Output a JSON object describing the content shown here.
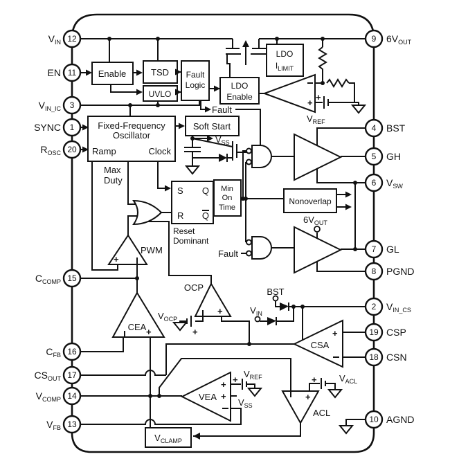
{
  "pins": {
    "left": [
      {
        "num": "12",
        "main": "V",
        "sub": "IN"
      },
      {
        "num": "11",
        "main": "EN",
        "sub": ""
      },
      {
        "num": "3",
        "main": "V",
        "sub": "IN_IC"
      },
      {
        "num": "1",
        "main": "SYNC",
        "sub": ""
      },
      {
        "num": "20",
        "main": "R",
        "sub": "OSC"
      },
      {
        "num": "15",
        "main": "C",
        "sub": "COMP"
      },
      {
        "num": "16",
        "main": "C",
        "sub": "FB"
      },
      {
        "num": "17",
        "main": "CS",
        "sub": "OUT"
      },
      {
        "num": "14",
        "main": "V",
        "sub": "COMP"
      },
      {
        "num": "13",
        "main": "V",
        "sub": "FB"
      }
    ],
    "right": [
      {
        "num": "9",
        "main": "6V",
        "sub": "OUT"
      },
      {
        "num": "4",
        "main": "BST",
        "sub": ""
      },
      {
        "num": "5",
        "main": "GH",
        "sub": ""
      },
      {
        "num": "6",
        "main": "V",
        "sub": "SW"
      },
      {
        "num": "7",
        "main": "GL",
        "sub": ""
      },
      {
        "num": "8",
        "main": "PGND",
        "sub": ""
      },
      {
        "num": "2",
        "main": "V",
        "sub": "IN_CS"
      },
      {
        "num": "19",
        "main": "CSP",
        "sub": ""
      },
      {
        "num": "18",
        "main": "CSN",
        "sub": ""
      },
      {
        "num": "10",
        "main": "AGND",
        "sub": ""
      }
    ]
  },
  "blocks": {
    "enable": "Enable",
    "tsd": "TSD",
    "uvlo": "UVLO",
    "fault_logic_1": "Fault",
    "fault_logic_2": "Logic",
    "ldo_ilimit_1": "LDO",
    "ldo_ilimit_main": "I",
    "ldo_ilimit_sub": "LIMIT",
    "ldo_enable_1": "LDO",
    "ldo_enable_2": "Enable",
    "osc_1": "Fixed-Frequency",
    "osc_2": "Oscillator",
    "ramp": "Ramp",
    "clock": "Clock",
    "soft_start": "Soft Start",
    "max_duty_1": "Max",
    "max_duty_2": "Duty",
    "latch_s": "S",
    "latch_r": "R",
    "latch_q": "Q",
    "latch_qb": "Q",
    "reset_dominant_1": "Reset",
    "reset_dominant_2": "Dominant",
    "min_on_time_1": "Min",
    "min_on_time_2": "On",
    "min_on_time_3": "Time",
    "nonoverlap": "Nonoverlap",
    "vclamp_main": "V",
    "vclamp_sub": "CLAMP"
  },
  "amps": {
    "pwm": "PWM",
    "cea": "CEA",
    "ocp": "OCP",
    "csa": "CSA",
    "vea": "VEA",
    "acl": "ACL"
  },
  "nets": {
    "fault_top": "Fault",
    "fault_bottom": "Fault",
    "vss_ss_main": "V",
    "vss_ss_sub": "SS",
    "vss_vea_main": "V",
    "vss_vea_sub": "SS",
    "vref_ldo_main": "V",
    "vref_ldo_sub": "REF",
    "vref_vea_main": "V",
    "vref_vea_sub": "REF",
    "vocp_main": "V",
    "vocp_sub": "OCP",
    "vacl_main": "V",
    "vacl_sub": "ACL",
    "bst": "BST",
    "vin_main": "V",
    "vin_sub": "IN",
    "vout6_main": "6V",
    "vout6_sub": "OUT",
    "plus": "+"
  },
  "colors": {
    "ink": "#111111",
    "paper": "#ffffff"
  }
}
